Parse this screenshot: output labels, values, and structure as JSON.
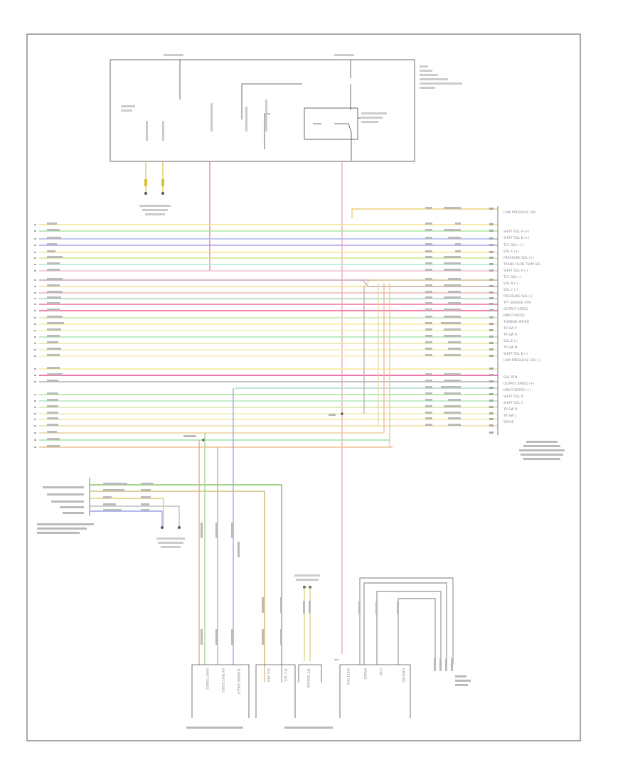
{
  "pins_right": [
    "LOW PRESSURE SOL",
    "SHIFT SOL A (+)",
    "SHIFT SOL B (+)",
    "TCC SOL (+)",
    "SOL E (+)",
    "PRESSURE SOL (+)",
    "TRANS FLUID TEMP SIG",
    "SHIFT SOL A (-)",
    "TCC SOL (-)",
    "SOL B (-)",
    "SOL C (-)",
    "PRESSURE SOL (-)",
    "TFT SENSOR RTN",
    "OUTPUT SPEED",
    "INPUT SPEED",
    "TURBINE SPEED",
    "TR SW P",
    "TR SW R",
    "SOL E (-)",
    "TR SW N",
    "SHIFT SOL B (-)",
    "LOW PRESSURE SOL (-)",
    "SOL RTN",
    "OUTPUT SPEED (+)",
    "INPUT SPEED (+)",
    "SHIFT SOL D",
    "SHIFT SOL C",
    "TR SW D",
    "TR SW L",
    "SPARE"
  ],
  "bottom_labels": [
    "INPUT SPEED",
    "OUTPUT SPEED",
    "TURBINE SPEED",
    "SOL RTN",
    "TCC SOL",
    "TFT SENSOR",
    "SHIFT POS",
    "RANGE",
    "LOW",
    "GROUND"
  ]
}
